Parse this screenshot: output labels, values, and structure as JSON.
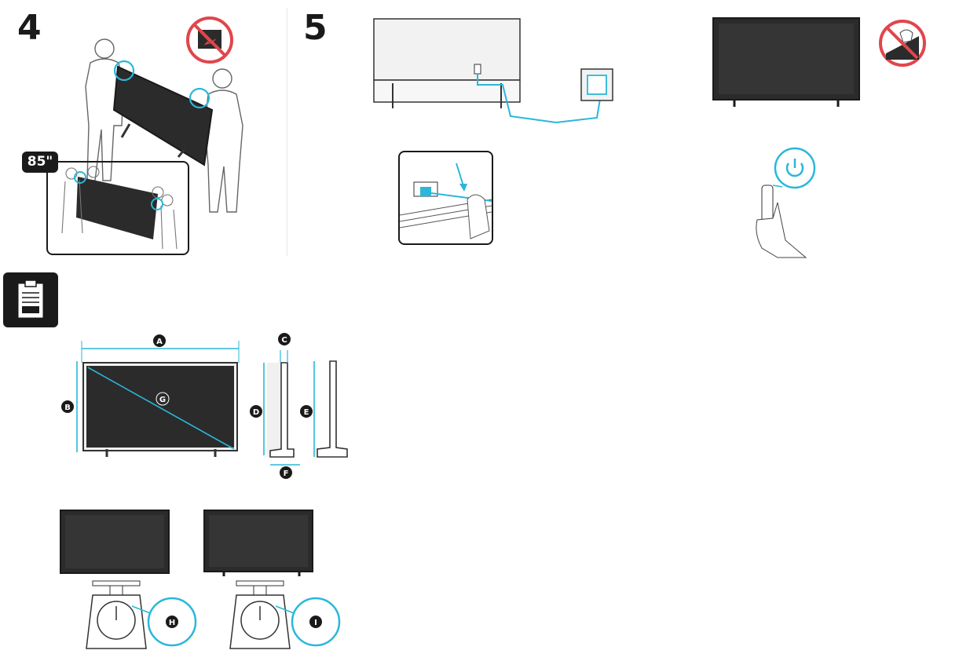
{
  "steps": {
    "step4": "4",
    "step5": "5"
  },
  "badge_85": "85\"",
  "dimension_labels": {
    "A": "A",
    "B": "B",
    "C": "C",
    "D": "D",
    "E": "E",
    "F": "F",
    "G": "G",
    "H": "H",
    "I": "I"
  },
  "colors": {
    "accent": "#2ab7d9",
    "ink": "#1a1a1a",
    "screen": "#2b2b2b",
    "prohibit": "#e0464b"
  },
  "icons": [
    "no-fingers-on-screen-icon",
    "no-touch-screen-icon",
    "power-icon",
    "spec-sheet-icon"
  ]
}
